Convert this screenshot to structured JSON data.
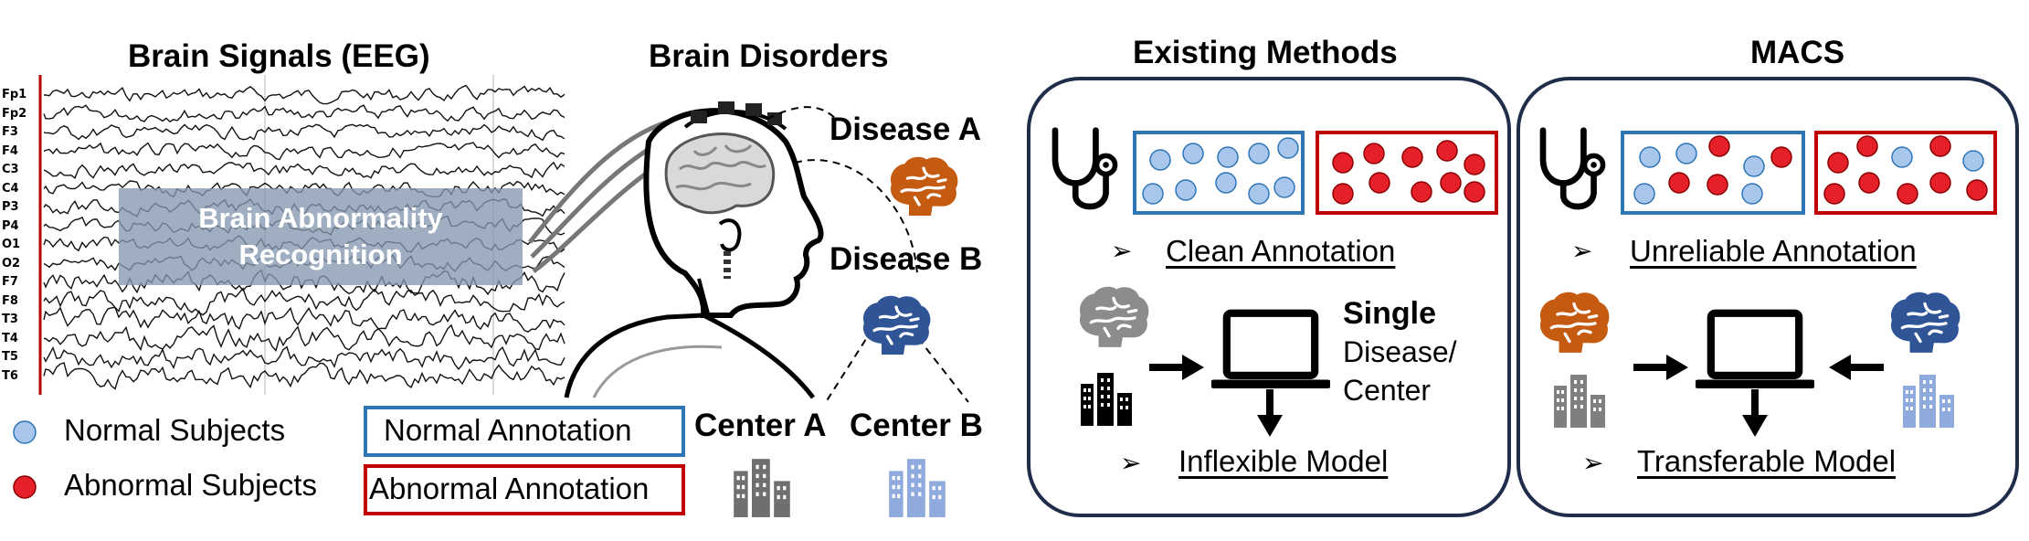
{
  "colors": {
    "normal": "#a9c6ec",
    "abnormal": "#e5202b",
    "normal_border": "#2e75b6",
    "abnormal_border": "#c00000",
    "disease_a": "#c55a11",
    "disease_b": "#2f5597",
    "panel_border": "#1f2d4a",
    "banner": "#8497b0"
  },
  "eeg": {
    "title": "Brain Signals (EEG)",
    "channels": [
      "Fp1",
      "Fp2",
      "F3",
      "F4",
      "C3",
      "C4",
      "P3",
      "P4",
      "O1",
      "O2",
      "F7",
      "F8",
      "T3",
      "T4",
      "T5",
      "T6"
    ],
    "banner": [
      "Brain Abnormality",
      "Recognition"
    ]
  },
  "disorders": {
    "title": "Brain Disorders",
    "disease_a": "Disease A",
    "disease_b": "Disease B",
    "center_a": "Center A",
    "center_b": "Center B",
    "icons": [
      "head-with-eeg-cap-icon",
      "brain-icon",
      "building-icon"
    ]
  },
  "legend": {
    "normal_subjects": "Normal Subjects",
    "abnormal_subjects": "Abnormal Subjects",
    "normal_annotation": "Normal Annotation",
    "abnormal_annotation": "Abnormal Annotation"
  },
  "existing": {
    "title": "Existing Methods",
    "clean": "Clean Annotation",
    "single": "Single",
    "disease": "Disease/",
    "center": "Center",
    "model": "Inflexible Model",
    "icons": [
      "stethoscope-icon",
      "brain-icon",
      "building-icon",
      "laptop-icon",
      "arrow-icon"
    ]
  },
  "macs": {
    "title": "MACS",
    "unreliable": "Unreliable Annotation",
    "model": "Transferable Model",
    "icons": [
      "stethoscope-icon",
      "brain-icon",
      "building-icon",
      "laptop-icon",
      "arrow-icon"
    ]
  }
}
